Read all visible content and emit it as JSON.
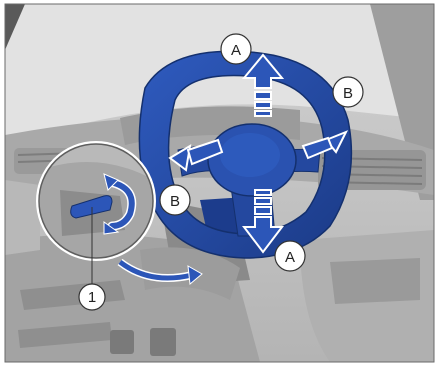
{
  "callouts": {
    "a_top": "A",
    "a_bottom": "A",
    "b_right": "B",
    "b_left": "B",
    "lever": "1"
  },
  "colors": {
    "wheel_blue": "#23469b",
    "wheel_blue_dark": "#16306f",
    "interior_gray": "#bdbdbd",
    "interior_dark": "#8c8c8c",
    "background": "#ffffff"
  },
  "icons": {
    "adjust_up_down": "double-headed-vertical-arrow",
    "adjust_in_out": "double-headed-diagonal-arrow",
    "lever_rotation": "curved-rotation-arrow",
    "lever_motion": "curved-arrow"
  }
}
